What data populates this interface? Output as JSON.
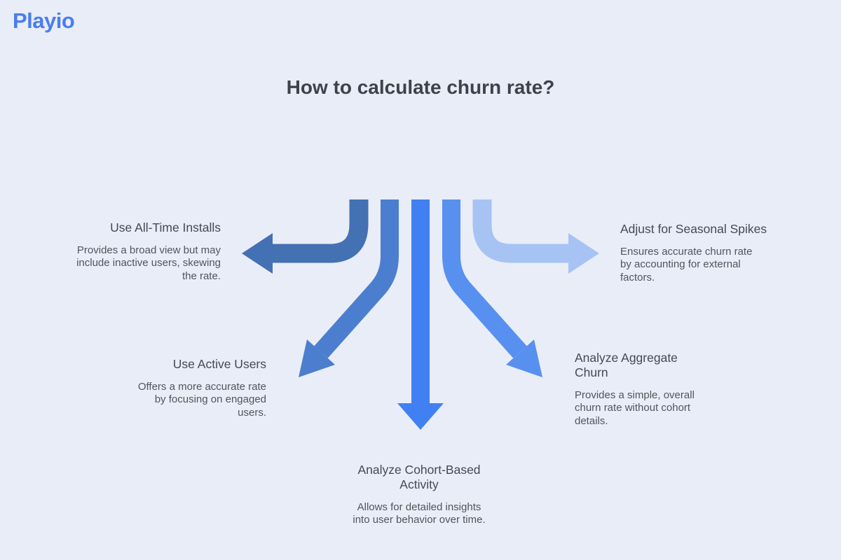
{
  "canvas": {
    "background": "#e9edf7"
  },
  "logo": {
    "text": "Playio",
    "color": "#4a7df0"
  },
  "title": {
    "text": "How to calculate churn rate?",
    "color": "#3d434a"
  },
  "text_colors": {
    "heading": "#434a52",
    "body": "#50565c"
  },
  "diagram": {
    "kind": "fan-out-arrows",
    "items": [
      {
        "id": "all-time-installs",
        "direction": "left",
        "arrow_color": "#4470b4",
        "title": "Use All-Time Installs",
        "description": "Provides a broad view but may include inactive users, skewing the rate."
      },
      {
        "id": "active-users",
        "direction": "down-left",
        "arrow_color": "#4b7ece",
        "title": "Use Active Users",
        "description": "Offers a more accurate rate by focusing on engaged users."
      },
      {
        "id": "cohort-based-activity",
        "direction": "down",
        "arrow_color": "#4080f2",
        "title": "Analyze Cohort-Based Activity",
        "description": "Allows for detailed insights into user behavior over time."
      },
      {
        "id": "aggregate-churn",
        "direction": "down-right",
        "arrow_color": "#5890ef",
        "title": "Analyze Aggregate Churn",
        "description": "Provides a simple, overall churn rate without cohort details."
      },
      {
        "id": "seasonal-spikes",
        "direction": "right",
        "arrow_color": "#a6c3f4",
        "title": "Adjust for Seasonal Spikes",
        "description": "Ensures accurate churn rate by accounting for external factors."
      }
    ]
  }
}
